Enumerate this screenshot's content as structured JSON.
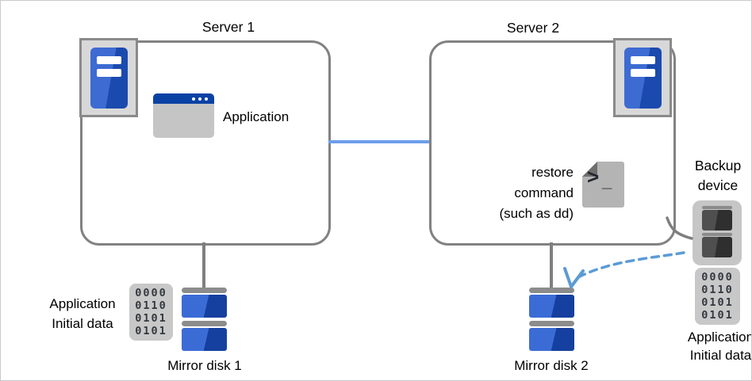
{
  "diagram": {
    "server1": {
      "title": "Server 1",
      "application_label": "Application"
    },
    "server2": {
      "title": "Server 2",
      "restore_command": {
        "line1": "restore",
        "line2": "command",
        "line3": "(such as dd)"
      }
    },
    "backup_device": {
      "label_line1": "Backup",
      "label_line2": "device",
      "binary_rows": [
        "0000",
        "0110",
        "0101",
        "0101"
      ],
      "caption_line1": "Application",
      "caption_line2": "Initial data"
    },
    "disk1": {
      "label": "Mirror disk 1",
      "binary_rows": [
        "0000",
        "0110",
        "0101",
        "0101"
      ],
      "caption_line1": "Application",
      "caption_line2": "Initial data"
    },
    "disk2": {
      "label": "Mirror disk 2"
    },
    "colors": {
      "box_border": "#828282",
      "link_line": "#6d9eeb",
      "dashed_arrow": "#5b9bd5",
      "disk_blue_light": "#3b6cd6",
      "disk_blue_dark": "#16409f",
      "titlebar_blue": "#0a41a5",
      "icon_gray": "#c8c8c8"
    }
  }
}
